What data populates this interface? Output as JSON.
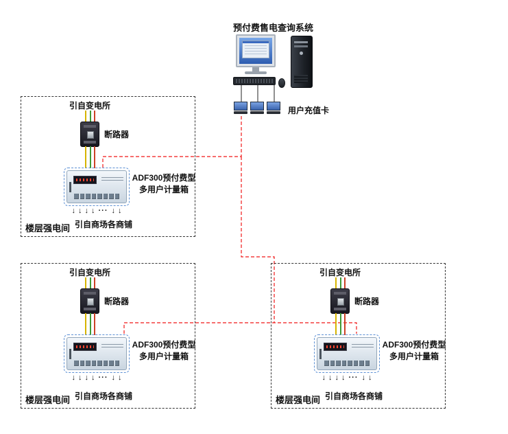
{
  "title": "预付费售电查询系统",
  "card_readers": {
    "label": "用户充值卡",
    "count": 3
  },
  "icons": {
    "down_arrow": "↓",
    "dots": "···"
  },
  "colors": {
    "bus_line": "#f01818",
    "room_border": "#333333",
    "wire_yellow": "#d6b400",
    "wire_green": "#3f9b35",
    "wire_red": "#cc4125",
    "screen_blue": "#3a6ac0"
  },
  "rooms": [
    {
      "name": "楼层强电间",
      "source": "引自变电所",
      "breaker": "断路器",
      "meter_line1": "ADF300预付费型",
      "meter_line2": "多用户计量箱",
      "output": "引自商场各商铺"
    },
    {
      "name": "楼层强电间",
      "source": "引自变电所",
      "breaker": "断路器",
      "meter_line1": "ADF300预付费型",
      "meter_line2": "多用户计量箱",
      "output": "引自商场各商铺"
    },
    {
      "name": "楼层强电间",
      "source": "引自变电所",
      "breaker": "断路器",
      "meter_line1": "ADF300预付费型",
      "meter_line2": "多用户计量箱",
      "output": "引自商场各商铺"
    }
  ]
}
